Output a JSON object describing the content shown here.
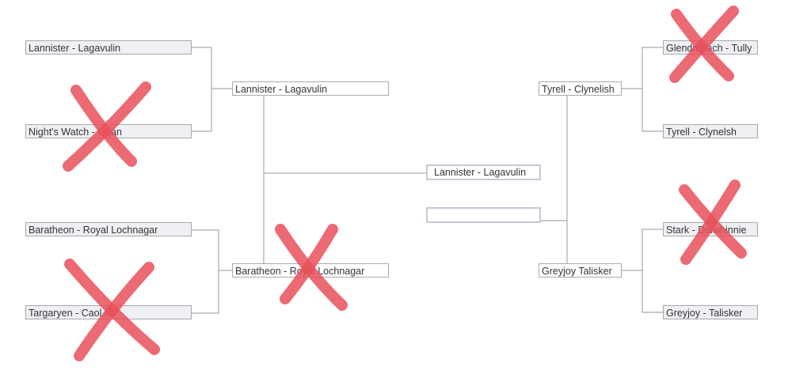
{
  "bracket": {
    "left_round1": [
      {
        "label": "Lannister - Lagavulin",
        "eliminated": false
      },
      {
        "label": "Night's Watch - Oban",
        "eliminated": true
      },
      {
        "label": "Baratheon - Royal Lochnagar",
        "eliminated": false
      },
      {
        "label": "Targaryen - Caol Ila",
        "eliminated": true
      }
    ],
    "left_round2": [
      {
        "label": "Lannister - Lagavulin",
        "eliminated": false
      },
      {
        "label": "Baratheon - Royal Lochnagar",
        "eliminated": true
      }
    ],
    "final": [
      {
        "label": "Lannister - Lagavulin",
        "eliminated": false
      },
      {
        "label": "",
        "eliminated": false
      }
    ],
    "right_round2": [
      {
        "label": "Tyrell - Clynelish",
        "eliminated": false
      },
      {
        "label": "Greyjoy Talisker",
        "eliminated": false
      }
    ],
    "right_round1": [
      {
        "label": "Glendronach - Tully",
        "eliminated": true
      },
      {
        "label": "Tyrell - Clynelsh",
        "eliminated": false
      },
      {
        "label": "Stark - Dalwhinnie",
        "eliminated": true
      },
      {
        "label": "Greyjoy - Talisker",
        "eliminated": false
      }
    ]
  },
  "colors": {
    "connector": "#a9a9ad",
    "cross": "#e8505b"
  }
}
